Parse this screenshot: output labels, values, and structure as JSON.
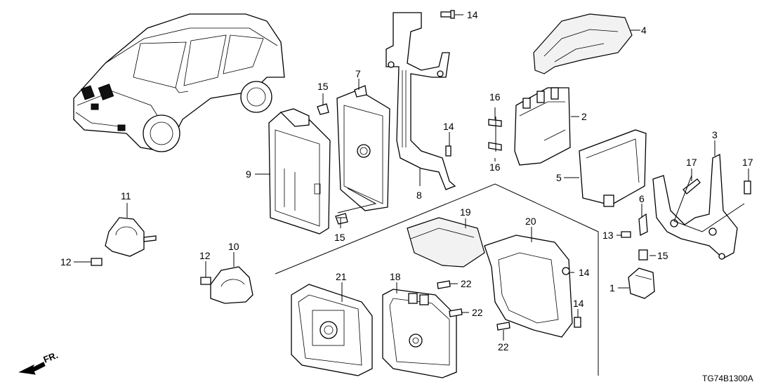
{
  "diagram": {
    "code": "TG74B1300A",
    "direction_label": "FR.",
    "callouts": [
      "1",
      "2",
      "3",
      "4",
      "5",
      "6",
      "7",
      "8",
      "9",
      "10",
      "11",
      "12",
      "12",
      "13",
      "14",
      "14",
      "14",
      "14",
      "15",
      "15",
      "15",
      "16",
      "16",
      "17",
      "17",
      "18",
      "19",
      "20",
      "21",
      "22",
      "22",
      "22"
    ]
  }
}
